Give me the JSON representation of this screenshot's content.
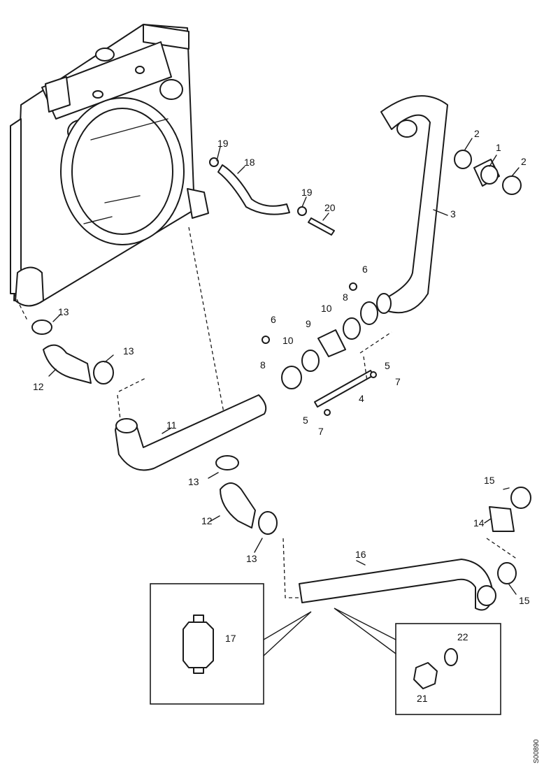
{
  "diagram": {
    "callouts": {
      "c1": "1",
      "c2a": "2",
      "c2b": "2",
      "c3": "3",
      "c4": "4",
      "c5a": "5",
      "c5b": "5",
      "c6a": "6",
      "c6b": "6",
      "c7a": "7",
      "c7b": "7",
      "c8a": "8",
      "c8b": "8",
      "c9": "9",
      "c10a": "10",
      "c10b": "10",
      "c11": "11",
      "c12a": "12",
      "c12b": "12",
      "c13a": "13",
      "c13b": "13",
      "c13c": "13",
      "c13d": "13",
      "c14": "14",
      "c15a": "15",
      "c15b": "15",
      "c16": "16",
      "c17": "17",
      "c18": "18",
      "c19a": "19",
      "c19b": "19",
      "c20": "20",
      "c21": "21",
      "c22": "22"
    },
    "figure_code": "S00890"
  }
}
